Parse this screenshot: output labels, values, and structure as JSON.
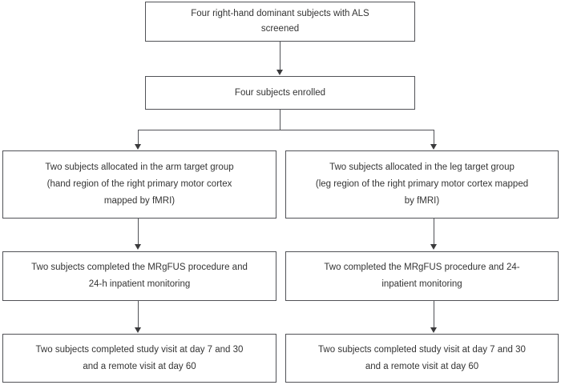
{
  "colors": {
    "line": "#515257",
    "box_border": "#515257",
    "text": "#343434",
    "background": "#ffffff"
  },
  "flowchart": {
    "screened": "Four right-hand dominant subjects with ALS\nscreened",
    "enrolled": "Four subjects enrolled",
    "arm_allocated": "Two subjects allocated in the arm target group\n(hand region of the right primary motor cortex\nmapped by fMRI)",
    "leg_allocated": "Two subjects allocated in the leg target group\n(leg region of the right primary motor cortex mapped\nby fMRI)",
    "arm_procedure": "Two subjects completed the MRgFUS procedure and\n24-h inpatient monitoring",
    "leg_procedure": "Two completed the MRgFUS procedure and 24-\ninpatient monitoring",
    "arm_visits": "Two subjects completed study visit at day 7 and 30\nand a remote visit at day 60",
    "leg_visits": "Two subjects completed study visit at day 7 and 30\nand a remote visit at day 60"
  }
}
